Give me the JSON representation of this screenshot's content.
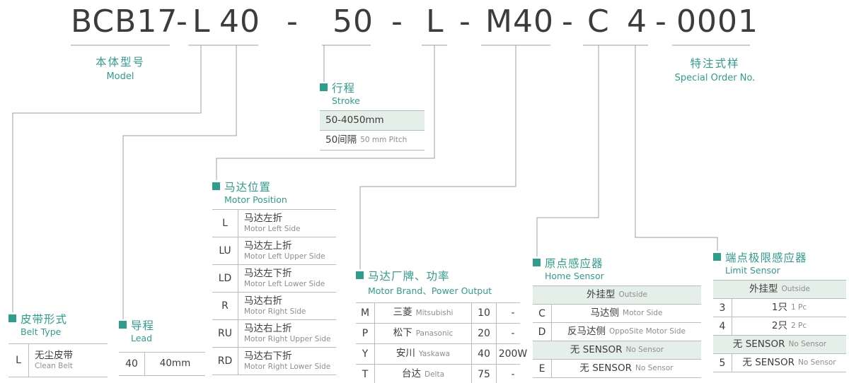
{
  "accent_color": "#2F9D8B",
  "shade_color": "#E4EFE9",
  "model_code": {
    "segments": [
      "BCB17",
      "-",
      "L",
      "40",
      "-",
      "50",
      "-",
      "L",
      "-",
      "M40",
      "-",
      "C",
      "4",
      "-",
      "0001"
    ]
  },
  "model_label": {
    "cn": "本体型号",
    "en": "Model"
  },
  "special_order_label": {
    "cn": "特注式样",
    "en": "Special Order No."
  },
  "stroke": {
    "title_cn": "行程",
    "title_en": "Stroke",
    "range": "50-4050mm",
    "pitch_cn": "50间隔",
    "pitch_en": "50 mm Pitch"
  },
  "belt_type": {
    "title_cn": "皮带形式",
    "title_en": "Belt Type",
    "code": "L",
    "cn": "无尘皮带",
    "en": "Clean Belt"
  },
  "lead": {
    "title_cn": "导程",
    "title_en": "Lead",
    "code": "40",
    "value": "40mm"
  },
  "motor_position": {
    "title_cn": "马达位置",
    "title_en": "Motor Position",
    "rows": [
      {
        "code": "L",
        "cn": "马达左折",
        "en": "Motor Left Side"
      },
      {
        "code": "LU",
        "cn": "马达左上折",
        "en": "Motor Left Upper Side"
      },
      {
        "code": "LD",
        "cn": "马达左下折",
        "en": "Motor Left Lower Side"
      },
      {
        "code": "R",
        "cn": "马达右折",
        "en": "Motor Right Side"
      },
      {
        "code": "RU",
        "cn": "马达右上折",
        "en": "Motor Right Upper Side"
      },
      {
        "code": "RD",
        "cn": "马达右下折",
        "en": "Motor Right Lower Side"
      }
    ]
  },
  "motor_brand": {
    "title_cn": "马达厂牌、功率",
    "title_en": "Motor Brand、Power Output",
    "rows": [
      {
        "code": "M",
        "brand_cn": "三菱",
        "brand_en": "Mitsubishi",
        "power_code": "10",
        "power": "-"
      },
      {
        "code": "P",
        "brand_cn": "松下",
        "brand_en": "Panasonic",
        "power_code": "20",
        "power": "-"
      },
      {
        "code": "Y",
        "brand_cn": "安川",
        "brand_en": "Yaskawa",
        "power_code": "40",
        "power": "200W"
      },
      {
        "code": "T",
        "brand_cn": "台达",
        "brand_en": "Delta",
        "power_code": "75",
        "power": "-"
      }
    ]
  },
  "home_sensor": {
    "title_cn": "原点感应器",
    "title_en": "Home Sensor",
    "group_outside_cn": "外挂型",
    "group_outside_en": "Outside",
    "rows": [
      {
        "code": "C",
        "cn": "马达侧",
        "en": "Motor Side"
      },
      {
        "code": "D",
        "cn": "反马达侧",
        "en": "OppoSite Motor Side"
      }
    ],
    "group_none_cn": "无 SENSOR",
    "group_none_en": "No Sensor",
    "none_row": {
      "code": "E",
      "cn": "无 SENSOR",
      "en": "No Sensor"
    }
  },
  "limit_sensor": {
    "title_cn": "端点极限感应器",
    "title_en": "Limit Sensor",
    "group_outside_cn": "外挂型",
    "group_outside_en": "Outside",
    "rows": [
      {
        "code": "3",
        "cn": "1只",
        "en": "1 Pc"
      },
      {
        "code": "4",
        "cn": "2只",
        "en": "2 Pc"
      }
    ],
    "group_none_cn": "无 SENSOR",
    "group_none_en": "No Sensor",
    "none_row": {
      "code": "5",
      "cn": "无 SENSOR",
      "en": "No Sensor"
    }
  }
}
